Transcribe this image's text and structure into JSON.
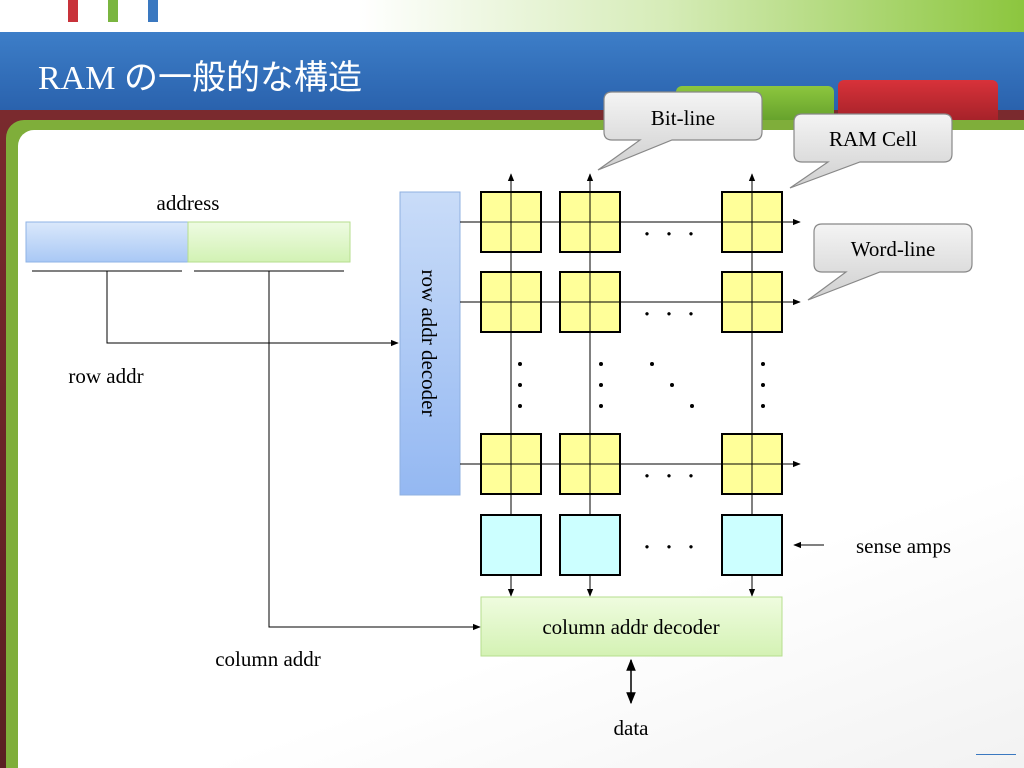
{
  "slide": {
    "title": "RAM の一般的な構造"
  },
  "diagram": {
    "address_label": "address",
    "row_addr_label": "row addr",
    "column_addr_label": "column addr",
    "row_decoder_label": "row addr decoder",
    "column_decoder_label": "column addr decoder",
    "data_label": "data",
    "sense_amps_label": "sense amps",
    "ellipsis_h": "・・・",
    "callouts": {
      "bit_line": "Bit-line",
      "ram_cell": "RAM Cell",
      "word_line": "Word-line"
    }
  },
  "colors": {
    "header_blue": "#2f6fba",
    "accent_green": "#8cc63e",
    "accent_red": "#d8323a",
    "cell_yellow": "#ffff99",
    "sense_amp_cyan": "#ccffff",
    "row_decoder_blue": "#a9c8f5",
    "column_decoder_green": "#e2f7c8",
    "address_blue": "#c5dbf7",
    "address_green": "#e0f5cc"
  }
}
